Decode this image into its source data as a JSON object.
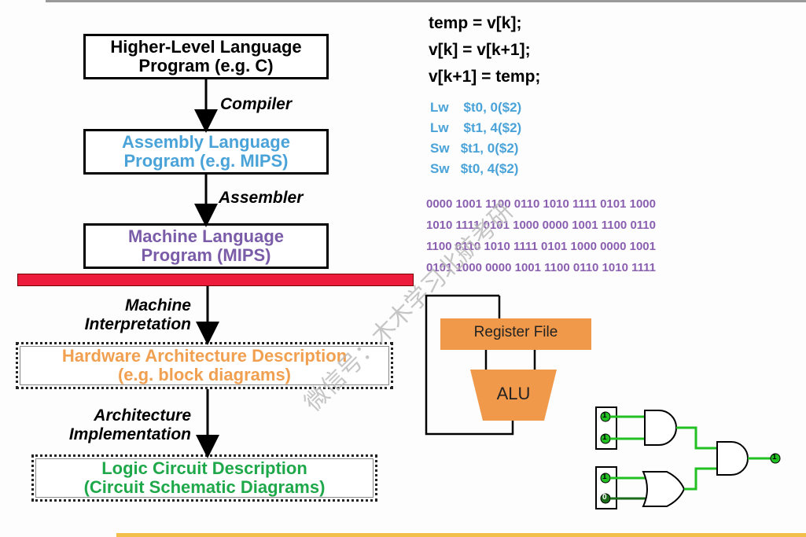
{
  "flow": {
    "box1": "Higher-Level Language\nProgram (e.g.  C)",
    "label1": "Compiler",
    "box2": "Assembly Language\nProgram (e.g.  MIPS)",
    "label2": "Assembler",
    "box3": "Machine Language\nProgram (MIPS)",
    "label3": "Machine\nInterpretation",
    "box4": "Hardware Architecture Description\n(e.g.  block diagrams)",
    "label4": "Architecture\nImplementation",
    "box5": "Logic Circuit Description\n(Circuit Schematic Diagrams)"
  },
  "code": {
    "c_lines": [
      "temp = v[k];",
      "v[k] = v[k+1];",
      "v[k+1] = temp;"
    ],
    "asm_lines": [
      "Lw    $t0, 0($2)",
      "Lw    $t1, 4($2)",
      "Sw   $t1, 0($2)",
      "Sw   $t0, 4($2)"
    ],
    "bin_lines": [
      "0000 1001 1100 0110 1010 1111 0101 1000",
      "1010 1111 0101 1000 0000 1001 1100 0110",
      "1100 0110 1010 1111 0101 1000 0000 1001",
      "0101 1000 0000 1001 1100 0110 1010 1111"
    ]
  },
  "hw": {
    "register_file": "Register File",
    "alu": "ALU"
  },
  "circuit": {
    "in1": "1",
    "in2": "1",
    "in3": "1",
    "in4": "0",
    "out": "1"
  },
  "watermark": "微信号：木木学习北航考研",
  "colors": {
    "assembly": "#4aa3d8",
    "machine": "#7a5ca8",
    "hardware": "#f0a050",
    "logic": "#1fa84a",
    "bar": "#ee1c3c",
    "orange_block": "#f0994a",
    "wire": "#22c022"
  }
}
